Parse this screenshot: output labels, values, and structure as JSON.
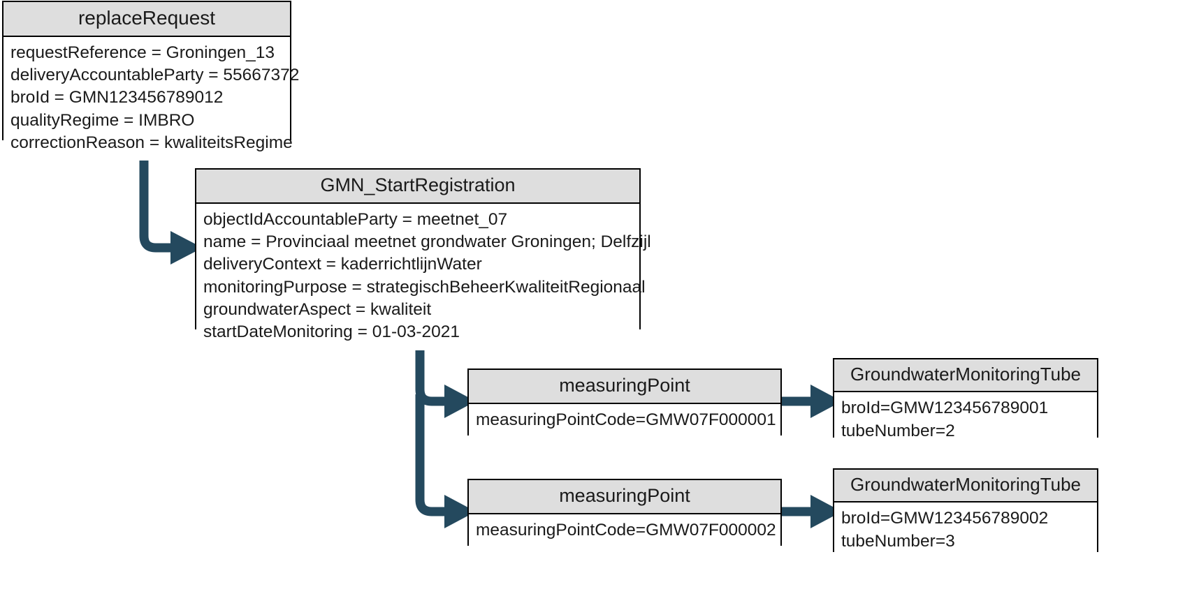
{
  "diagram": {
    "title": "replaceRequest GMN_StartRegistration object diagram",
    "colors": {
      "header_fill": "#dedede",
      "body_fill": "#ffffff",
      "border": "#000000",
      "connector": "#24495e",
      "text": "#1a1a1a"
    }
  },
  "nodes": {
    "replace_request": {
      "title": "replaceRequest",
      "attributes": [
        "requestReference = Groningen_13",
        "deliveryAccountableParty = 55667372",
        "broId = GMN123456789012",
        "qualityRegime = IMBRO",
        "correctionReason = kwaliteitsRegime"
      ]
    },
    "gmn_start_registration": {
      "title": "GMN_StartRegistration",
      "attributes": [
        "objectIdAccountableParty = meetnet_07",
        "name = Provinciaal meetnet grondwater Groningen; Delfzijl",
        "deliveryContext = kaderrichtlijnWater",
        "monitoringPurpose = strategischBeheerKwaliteitRegionaal",
        "groundwaterAspect = kwaliteit",
        "startDateMonitoring = 01-03-2021"
      ]
    },
    "measuring_point_1": {
      "title": "measuringPoint",
      "attributes": [
        "measuringPointCode=GMW07F000001"
      ]
    },
    "measuring_point_2": {
      "title": "measuringPoint",
      "attributes": [
        "measuringPointCode=GMW07F000002"
      ]
    },
    "tube_1": {
      "title": "GroundwaterMonitoringTube",
      "attributes": [
        "broId=GMW123456789001",
        "tubeNumber=2"
      ]
    },
    "tube_2": {
      "title": "GroundwaterMonitoringTube",
      "attributes": [
        "broId=GMW123456789002",
        "tubeNumber=3"
      ]
    }
  },
  "edges": [
    {
      "name": "replace-request-to-gmn-start-registration",
      "from": "replace_request",
      "to": "gmn_start_registration"
    },
    {
      "name": "gmn-start-registration-to-measuring-point-1",
      "from": "gmn_start_registration",
      "to": "measuring_point_1"
    },
    {
      "name": "gmn-start-registration-to-measuring-point-2",
      "from": "gmn_start_registration",
      "to": "measuring_point_2"
    },
    {
      "name": "measuring-point-1-to-tube-1",
      "from": "measuring_point_1",
      "to": "tube_1"
    },
    {
      "name": "measuring-point-2-to-tube-2",
      "from": "measuring_point_2",
      "to": "tube_2"
    }
  ]
}
